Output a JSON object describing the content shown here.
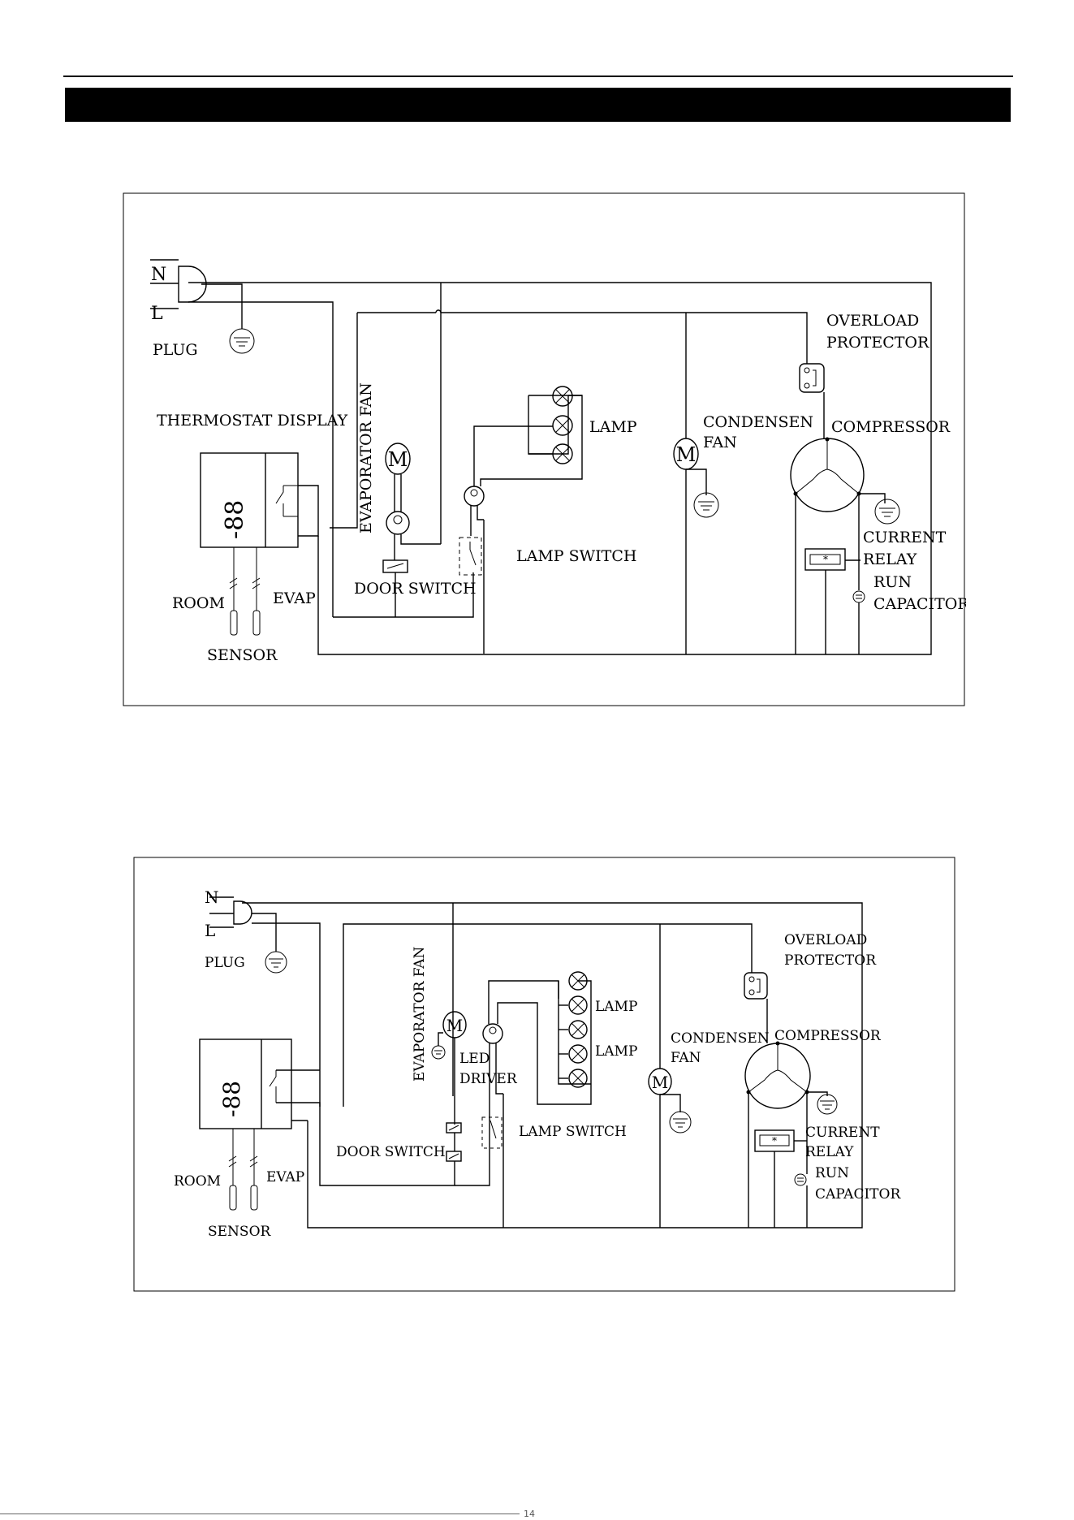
{
  "page": {
    "page_number": "14"
  },
  "diagram1": {
    "n": "N",
    "l": "L",
    "plug": "PLUG",
    "thermostat_display": "THERMOSTAT DISPLAY",
    "evaporator_fan": "EVAPORATOR FAN",
    "lamp": "LAMP",
    "condensen": "CONDENSEN",
    "fan": "FAN",
    "overload1": "OVERLOAD",
    "overload2": "PROTECTOR",
    "compressor": "COMPRESSOR",
    "current": "CURRENT",
    "relay": "RELAY",
    "run": "RUN",
    "capacitor": "CAPACITOR",
    "lamp_switch": "LAMP SWITCH",
    "door_switch": "DOOR SWITCH",
    "room": "ROOM",
    "evap": "EVAP",
    "sensor": "SENSOR",
    "motor": "M"
  },
  "diagram2": {
    "n": "N",
    "l": "L",
    "plug": "PLUG",
    "evaporator_fan": "EVAPORATOR FAN",
    "led": "LED",
    "driver": "DRIVER",
    "lamp_a": "LAMP",
    "lamp_b": "LAMP",
    "condensen": "CONDENSEN",
    "fan": "FAN",
    "overload1": "OVERLOAD",
    "overload2": "PROTECTOR",
    "compressor": "COMPRESSOR",
    "current": "CURRENT",
    "relay": "RELAY",
    "run": "RUN",
    "capacitor": "CAPACITOR",
    "lamp_switch": "LAMP SWITCH",
    "door_switch": "DOOR SWITCH",
    "room": "ROOM",
    "evap": "EVAP",
    "sensor": "SENSOR",
    "motor": "M"
  }
}
